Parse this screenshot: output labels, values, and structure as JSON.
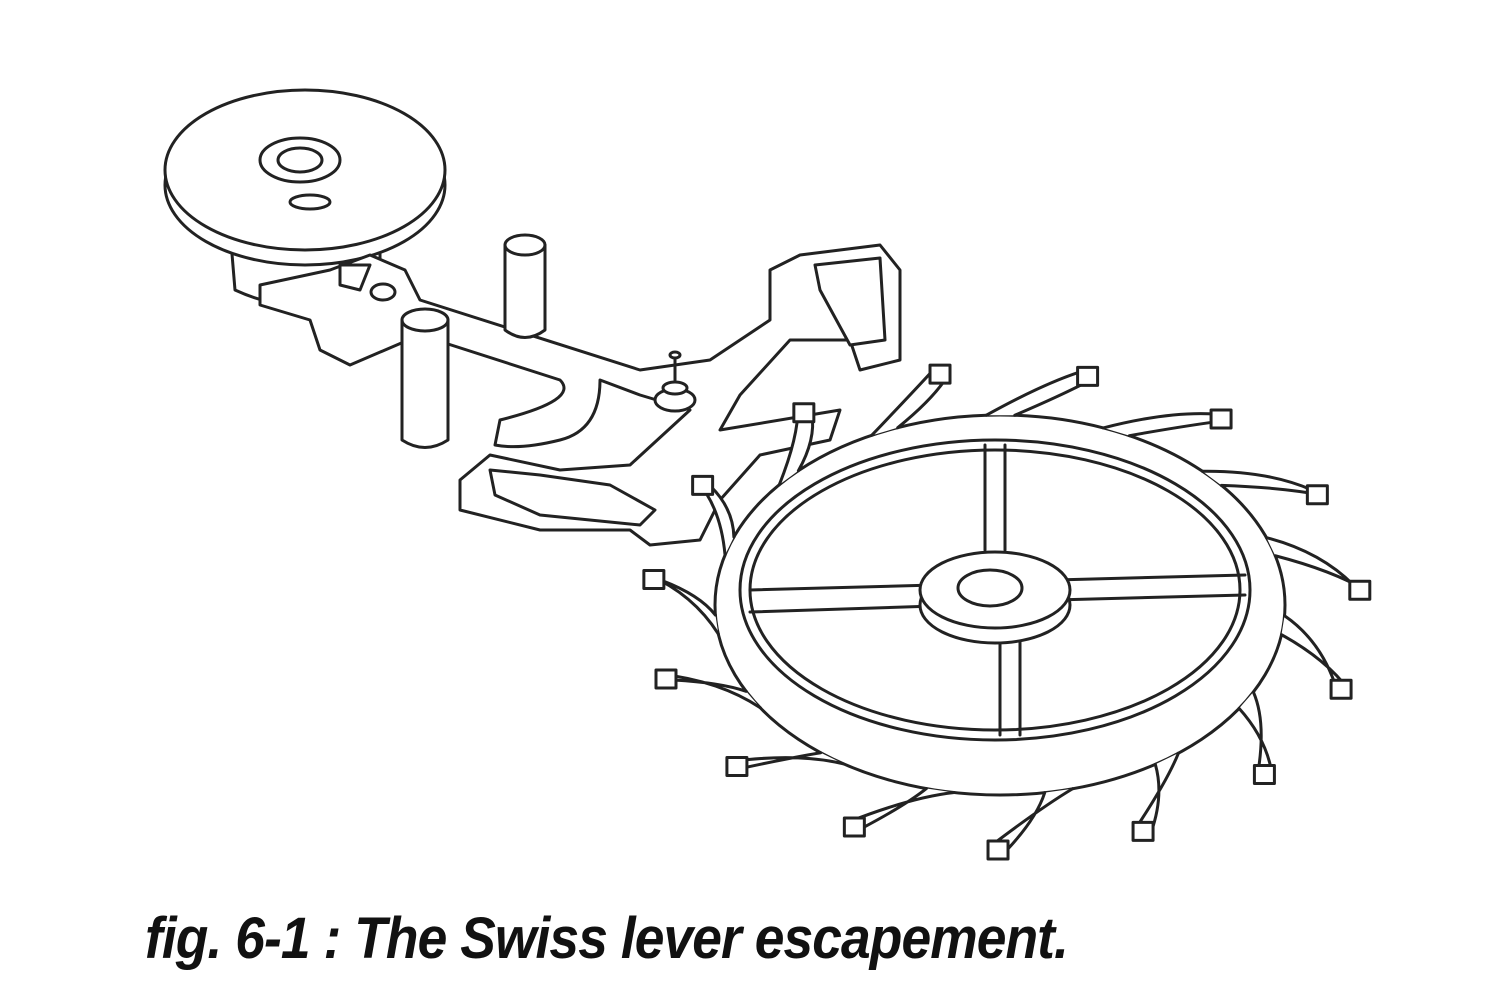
{
  "figure": {
    "caption": "fig. 6-1 : The Swiss lever escapement.",
    "parts": [
      "balance-roller",
      "pallet-lever",
      "banking-pins",
      "escape-wheel"
    ],
    "escape_wheel_teeth": 15
  }
}
